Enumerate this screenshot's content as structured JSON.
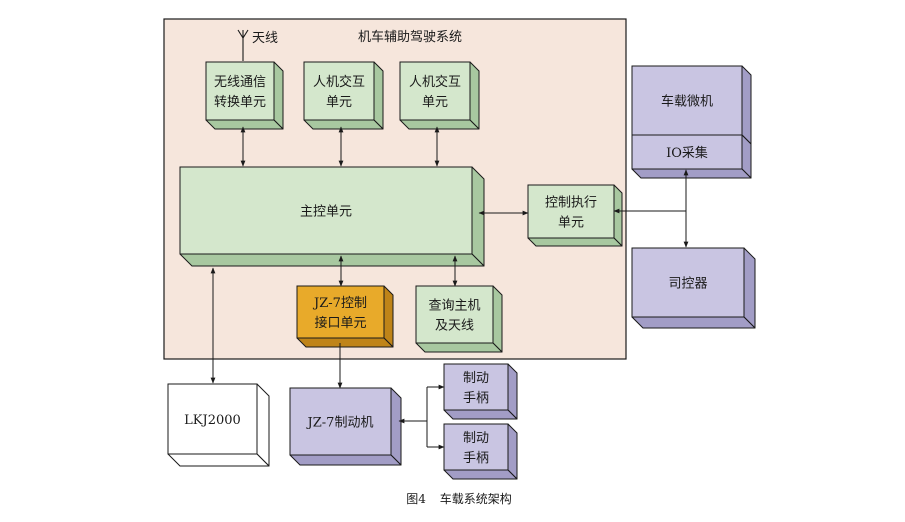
{
  "system": {
    "title": "机车辅助驾驶系统",
    "antenna_label": "天线"
  },
  "blocks": {
    "wireless": [
      "无线通信",
      "转换单元"
    ],
    "hmi1": [
      "人机交互",
      "单元"
    ],
    "hmi2": [
      "人机交互",
      "单元"
    ],
    "main": [
      "主控单元"
    ],
    "control_exec": [
      "控制执行",
      "单元"
    ],
    "jz7_interface": [
      "JZ-7控制",
      "接口单元"
    ],
    "query_host": [
      "查询主机",
      "及天线"
    ],
    "onboard_pc": [
      "车载微机"
    ],
    "io": [
      "IO采集"
    ],
    "controller": [
      "司控器"
    ],
    "lkj": [
      "LKJ2000"
    ],
    "jz7_brake": [
      "JZ-7制动机"
    ],
    "handle1": [
      "制动",
      "手柄"
    ],
    "handle2": [
      "制动",
      "手柄"
    ]
  },
  "caption": {
    "number": "图4",
    "text": "车载系统架构"
  },
  "colors": {
    "system_bg": "#f6e6dc",
    "green_face": "#d4e7cc",
    "green_side": "#a8c8a0",
    "purple_face": "#c9c5e2",
    "purple_side": "#a29dc6",
    "orange_face": "#e8aa2a",
    "orange_side": "#bf8418",
    "white_face": "#ffffff"
  }
}
